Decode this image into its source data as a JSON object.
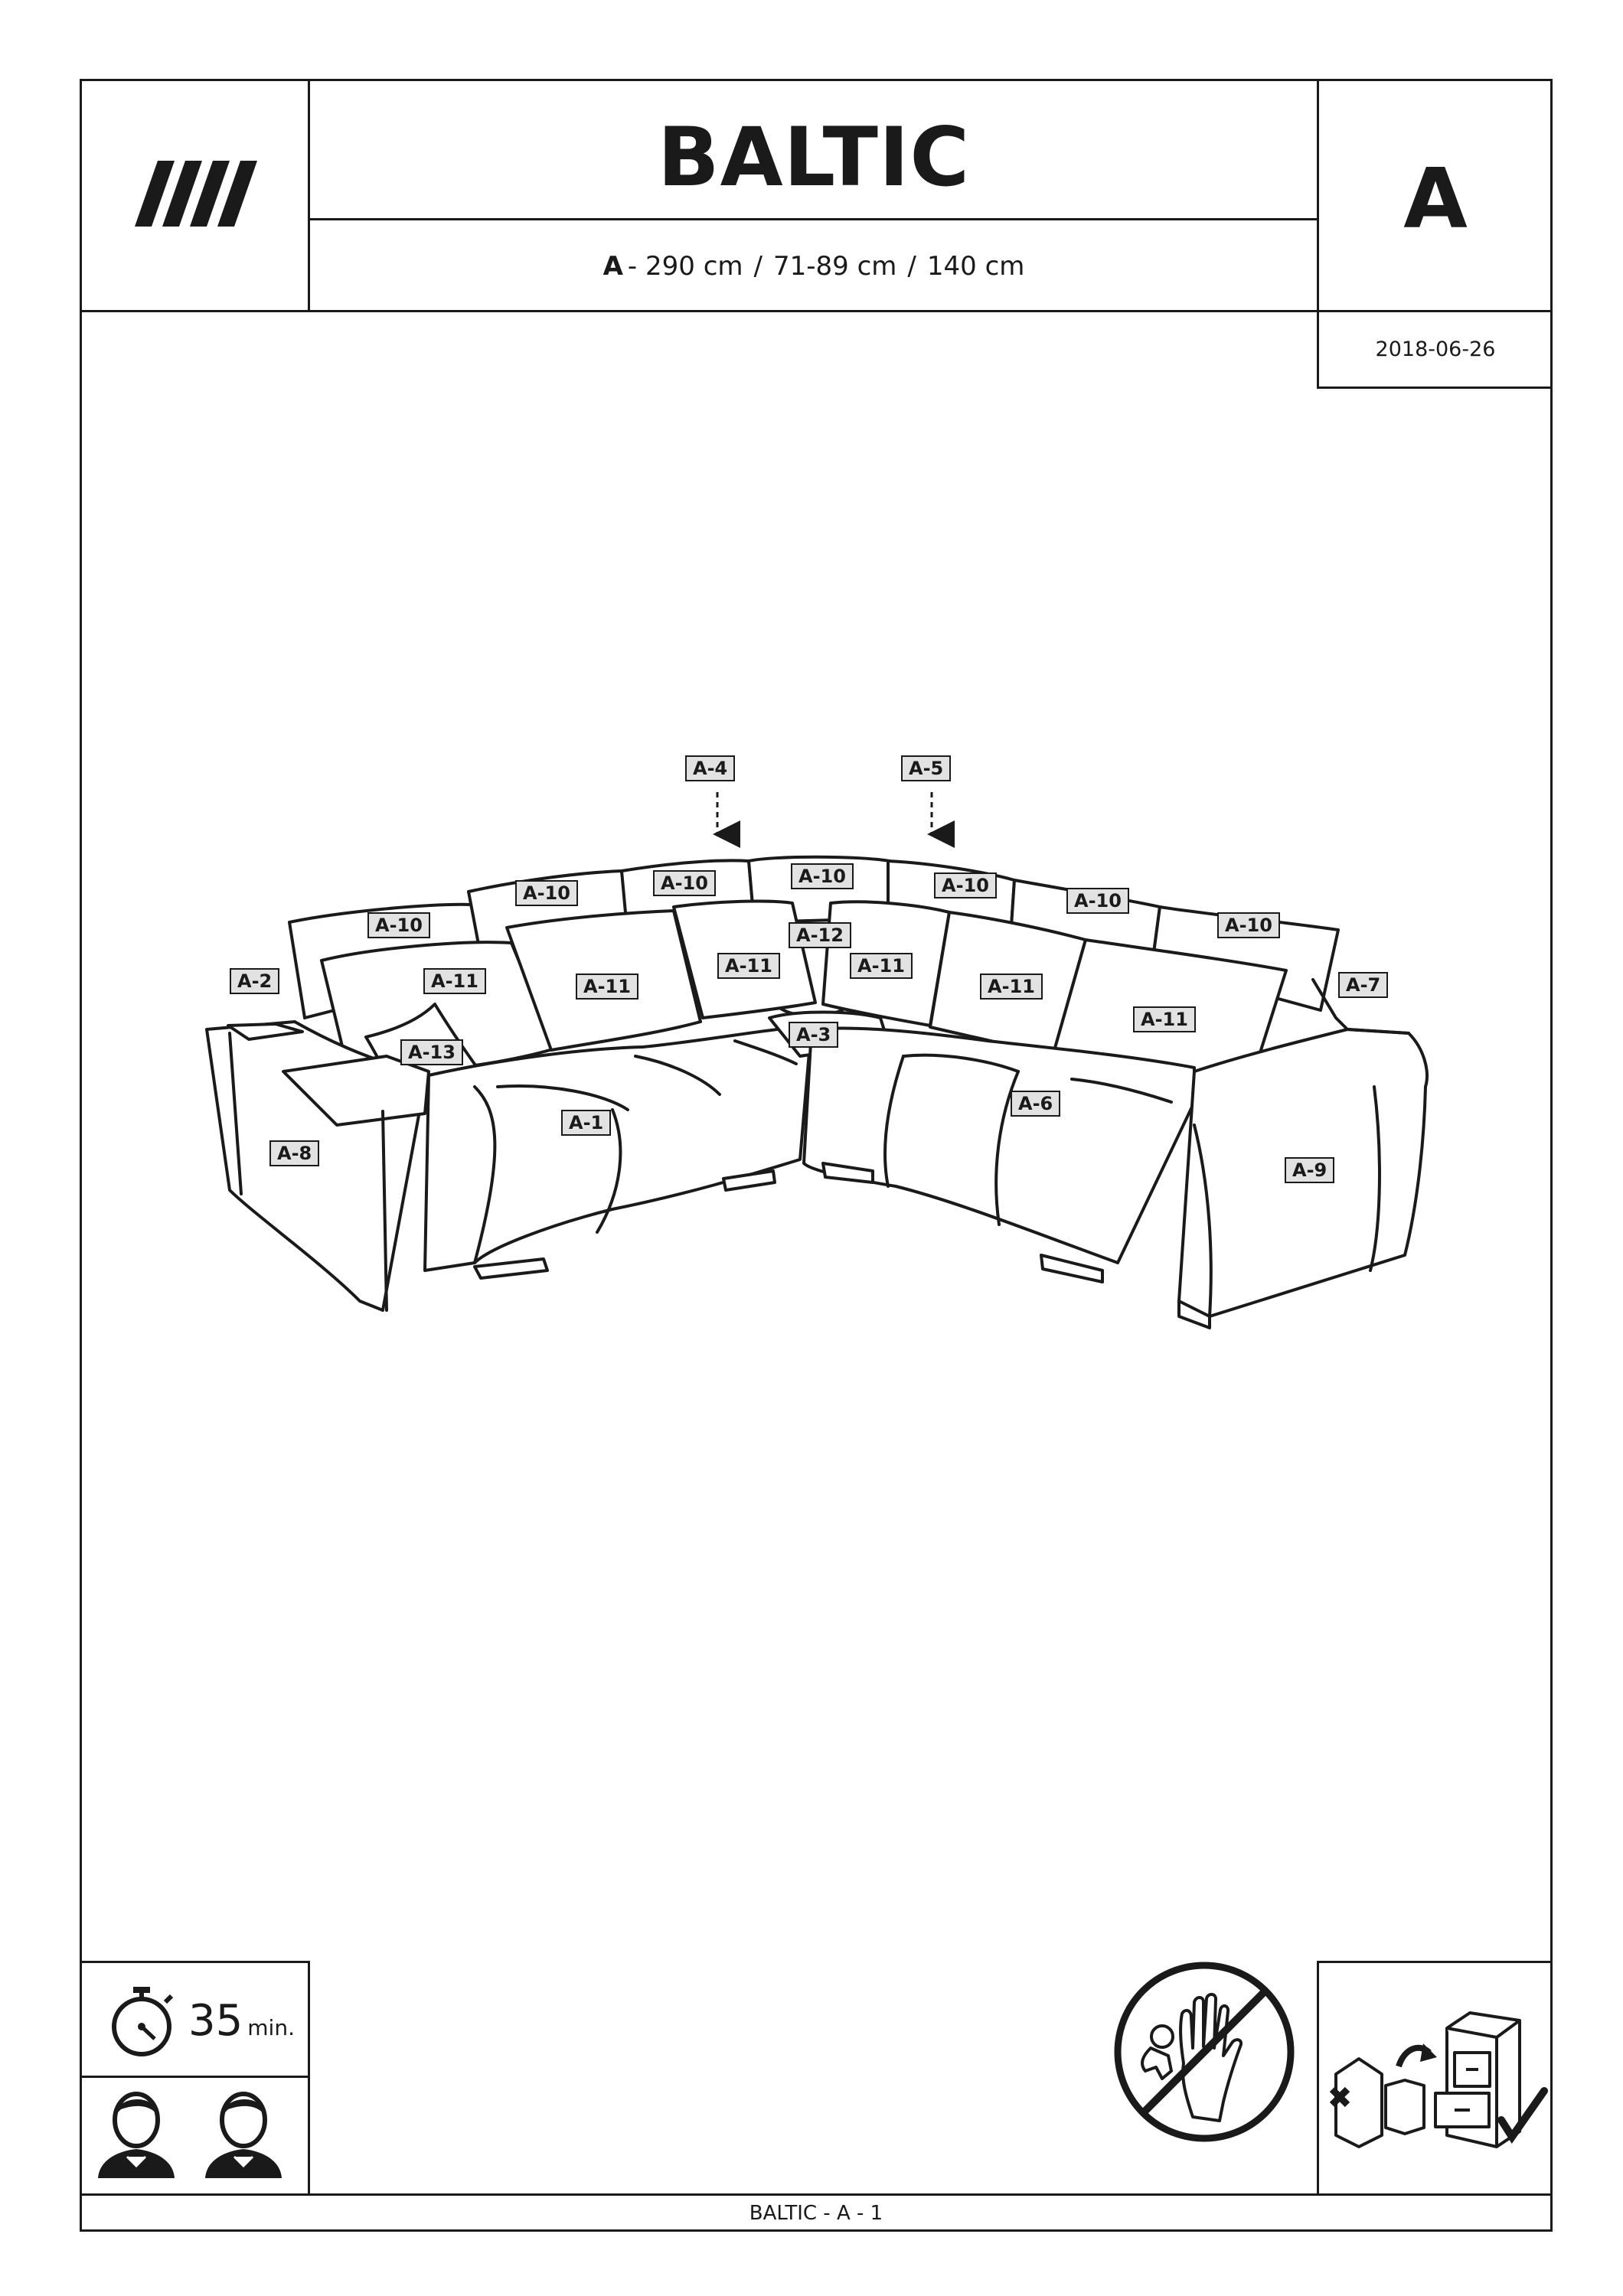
{
  "header": {
    "title": "BALTIC",
    "dims_prefix": "A",
    "dims_width": "290 cm",
    "dims_height": "71-89 cm",
    "dims_depth": "140 cm",
    "section_letter": "A",
    "date": "2018-06-26"
  },
  "labels": {
    "a1": "A-1",
    "a2": "A-2",
    "a3": "A-3",
    "a4": "A-4",
    "a5": "A-5",
    "a6": "A-6",
    "a7": "A-7",
    "a8": "A-8",
    "a9": "A-9",
    "a10": "A-10",
    "a11": "A-11",
    "a12": "A-12",
    "a13": "A-13"
  },
  "info": {
    "time_value": "35",
    "time_unit": "min.",
    "persons_icon": "two-persons-icon",
    "timer_icon": "stopwatch-icon",
    "no_children_icon": "no-children-icon",
    "keep_box_icon": "keep-packaging-icon"
  },
  "footer": {
    "page_label": "BALTIC - A - 1"
  }
}
